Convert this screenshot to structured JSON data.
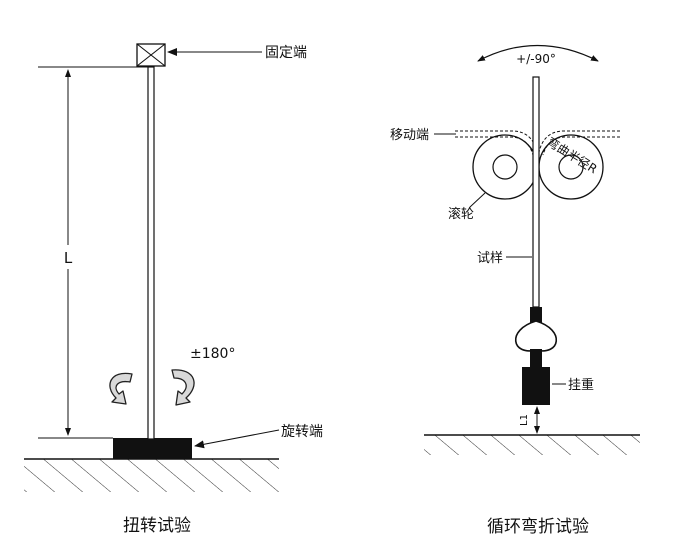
{
  "torsion": {
    "fixed_end_label": "固定端",
    "length_label": "L",
    "angle_label": "±180°",
    "rotating_end_label": "旋转端",
    "caption": "扭转试验"
  },
  "bending": {
    "angle_label": "+/-90°",
    "moving_end_label": "移动端",
    "bend_radius_label": "弯曲半径R",
    "roller_label": "滚轮",
    "specimen_label": "试样",
    "weight_label": "挂重",
    "distance_label": "L1",
    "caption": "循环弯折试验"
  }
}
